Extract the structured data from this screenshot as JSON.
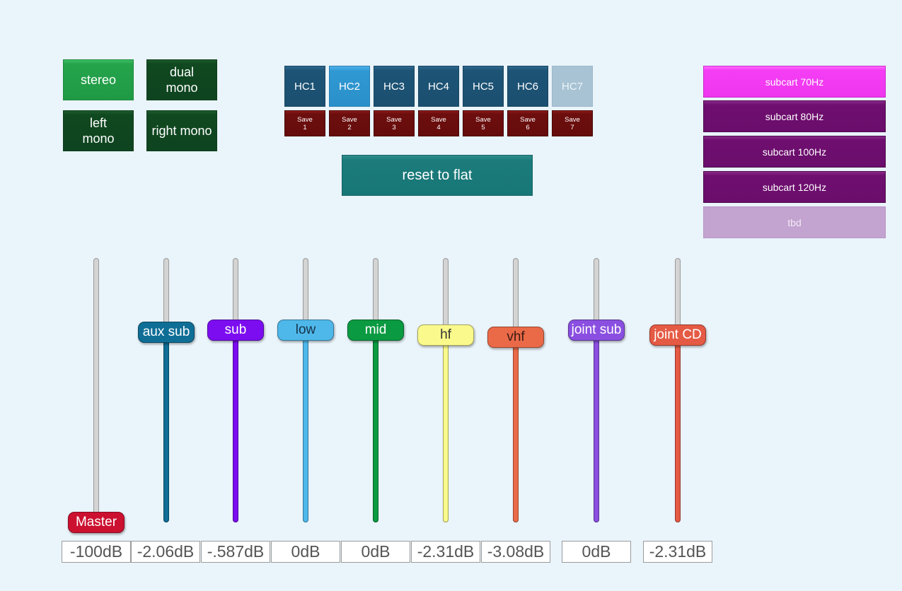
{
  "mode_buttons": [
    {
      "label": "stereo",
      "active": true
    },
    {
      "label": "dual\nmono",
      "active": false
    },
    {
      "label": "left\nmono",
      "active": false
    },
    {
      "label": "right mono",
      "active": false
    }
  ],
  "house_curves": [
    {
      "label": "HC1",
      "save": "Save",
      "num": "1",
      "state": "normal"
    },
    {
      "label": "HC2",
      "save": "Save",
      "num": "2",
      "state": "active"
    },
    {
      "label": "HC3",
      "save": "Save",
      "num": "3",
      "state": "normal"
    },
    {
      "label": "HC4",
      "save": "Save",
      "num": "4",
      "state": "normal"
    },
    {
      "label": "HC5",
      "save": "Save",
      "num": "5",
      "state": "normal"
    },
    {
      "label": "HC6",
      "save": "Save",
      "num": "6",
      "state": "normal"
    },
    {
      "label": "HC7",
      "save": "Save",
      "num": "7",
      "state": "disabled"
    }
  ],
  "reset_label": "reset to flat",
  "subcart_buttons": [
    {
      "label": "subcart 70Hz",
      "state": "active"
    },
    {
      "label": "subcart 80Hz",
      "state": "normal"
    },
    {
      "label": "subcart 100Hz",
      "state": "normal"
    },
    {
      "label": "subcart 120Hz",
      "state": "normal"
    },
    {
      "label": "tbd",
      "state": "disabled"
    }
  ],
  "sliders": [
    {
      "label": "Master",
      "value_text": "-100dB",
      "level": 0.0,
      "color": "#cc1030",
      "text_color": "#ffffff"
    },
    {
      "label": "aux sub",
      "value_text": "-2.06dB",
      "level": 0.85,
      "color": "#0f6e96",
      "text_color": "#ffffff"
    },
    {
      "label": "sub",
      "value_text": "-.587dB",
      "level": 0.86,
      "color": "#7c0df0",
      "text_color": "#ffffff"
    },
    {
      "label": "low",
      "value_text": "0dB",
      "level": 0.86,
      "color": "#4fb8ea",
      "text_color": "#16334a"
    },
    {
      "label": "mid",
      "value_text": "0dB",
      "level": 0.86,
      "color": "#0a9a41",
      "text_color": "#ffffff"
    },
    {
      "label": "hf",
      "value_text": "-2.31dB",
      "level": 0.84,
      "color": "#fafa8c",
      "text_color": "#333333"
    },
    {
      "label": "vhf",
      "value_text": "-3.08dB",
      "level": 0.83,
      "color": "#ea6a48",
      "text_color": "#3a1a10"
    },
    {
      "label": "joint sub",
      "value_text": "0dB",
      "level": 0.86,
      "color": "#8a4fe0",
      "text_color": "#ffffff"
    },
    {
      "label": "joint CD",
      "value_text": "-2.31dB",
      "level": 0.84,
      "color": "#e55a44",
      "text_color": "#ffffff"
    }
  ]
}
